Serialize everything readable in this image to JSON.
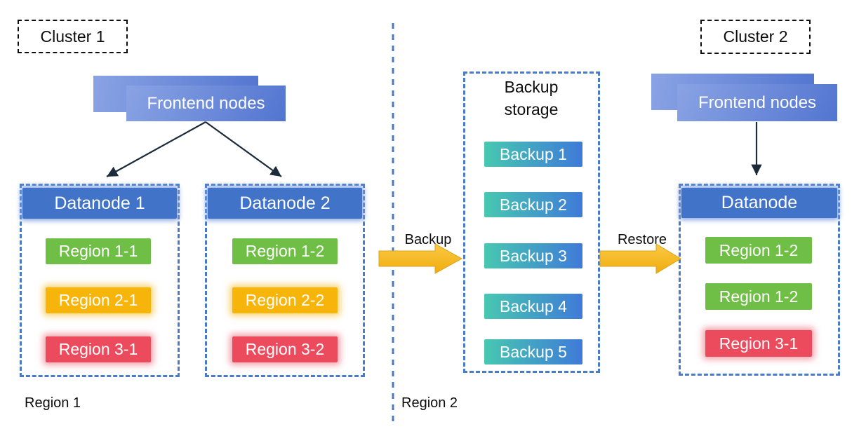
{
  "colors": {
    "border-blue": "#4a7bc9",
    "separator-blue": "#4a77c9",
    "datanode-blue": "#4173c9",
    "green": "#6fbe45",
    "yellow": "#f7b50c",
    "red": "#ec4b5d",
    "backup-teal": "#47c8b1",
    "backup-blue": "#3f7ad8",
    "arrow-gold-light": "#fbca45",
    "arrow-gold-dark": "#f0ac0e",
    "frontend-light": "#8aa3e4",
    "frontend-dark": "#5275d0",
    "arrow-dark": "#1c2b3a"
  },
  "cluster1": {
    "label": "Cluster 1",
    "frontend_label": "Frontend nodes",
    "region_label": "Region 1",
    "datanodes": [
      {
        "title": "Datanode 1",
        "regions": [
          {
            "label": "Region 1-1",
            "color": "green"
          },
          {
            "label": "Region 2-1",
            "color": "yellow"
          },
          {
            "label": "Region 3-1",
            "color": "red"
          }
        ]
      },
      {
        "title": "Datanode 2",
        "regions": [
          {
            "label": "Region 1-2",
            "color": "green"
          },
          {
            "label": "Region 2-2",
            "color": "yellow"
          },
          {
            "label": "Region 3-2",
            "color": "red"
          }
        ]
      }
    ]
  },
  "backup_storage": {
    "title": "Backup storage",
    "region_label": "Region 2",
    "items": [
      {
        "label": "Backup 1"
      },
      {
        "label": "Backup 2"
      },
      {
        "label": "Backup 3"
      },
      {
        "label": "Backup 4"
      },
      {
        "label": "Backup 5"
      }
    ]
  },
  "flows": {
    "backup_label": "Backup",
    "restore_label": "Restore"
  },
  "cluster2": {
    "label": "Cluster 2",
    "frontend_label": "Frontend nodes",
    "datanode": {
      "title": "Datanode",
      "regions": [
        {
          "label": "Region 1-2",
          "color": "green"
        },
        {
          "label": "Region 1-2",
          "color": "green"
        },
        {
          "label": "Region 3-1",
          "color": "red"
        }
      ]
    }
  }
}
